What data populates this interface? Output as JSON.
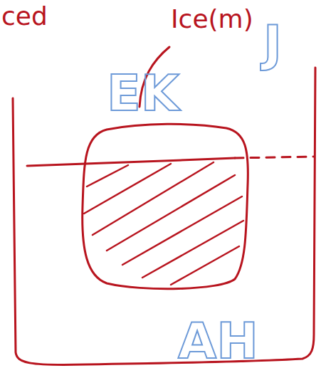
{
  "diagram": {
    "labels": [
      "ced",
      "Ice(m)",
      "EK",
      "J",
      "AH"
    ]
  }
}
